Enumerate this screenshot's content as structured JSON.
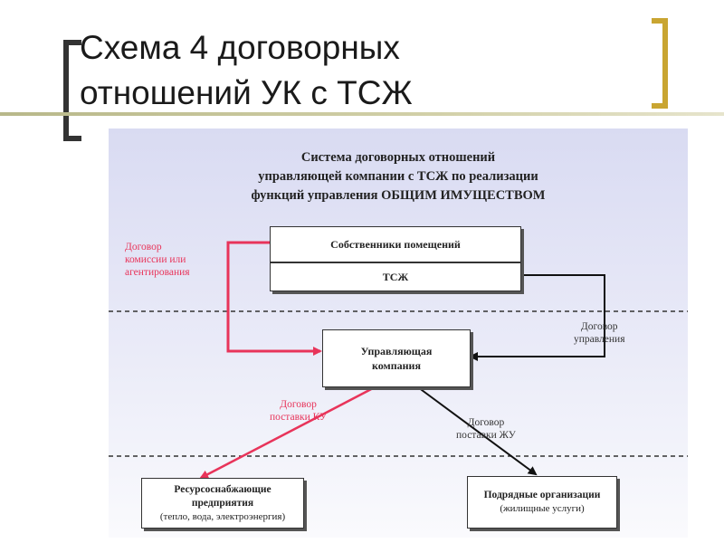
{
  "slide": {
    "title": "Схема 4 договорных\nотношений УК с ТСЖ",
    "colors": {
      "title_bracket": "#333333",
      "accent_bracket": "#c9a531",
      "contract_red": "#e8345a"
    }
  },
  "diagram": {
    "title": "Система договорных отношений\nуправляющей компании с ТСЖ по реализации\nфункций управления ОБЩИМ ИМУЩЕСТВОМ",
    "nodes": {
      "owners": "Собственники помещений",
      "hoa": "ТСЖ",
      "management_company": "Управляющая\nкомпания",
      "resource_suppliers": "Ресурсоснабжающие\nпредприятия",
      "resource_suppliers_note": "(тепло, вода, электроэнергия)",
      "contractors": "Подрядные организации",
      "contractors_note": "(жилищные услуги)"
    },
    "edges": {
      "commission_agency": "Договор\nкомиссии или\nагентирования",
      "management_contract": "Договор\nуправления",
      "utility_supply": "Договор\nпоставки КУ",
      "housing_supply": "Договор\nпоставки ЖУ"
    }
  }
}
